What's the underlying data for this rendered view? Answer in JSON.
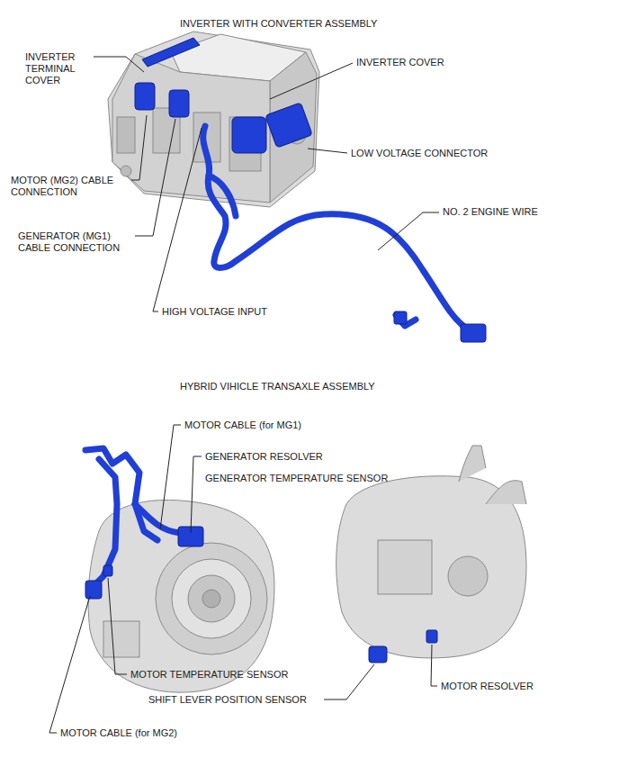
{
  "diagram": {
    "title": "INVERTER WITH CONVERTER ASSEMBLY",
    "labels": [
      "INVERTER TERMINAL COVER",
      "INVERTER COVER",
      "LOW VOLTAGE CONNECTOR",
      "MOTOR (MG2) CABLE CONNECTION",
      "GENERATOR (MG1) CABLE CONNECTION",
      "HIGH VOLTAGE INPUT",
      "NO. 2 ENGINE WIRE",
      "HYBRID VIHICLE TRANSAXLE ASSEMBLY",
      "MOTOR CABLE (for MG1)",
      "GENERATOR RESOLVER",
      "GENERATOR TEMPERATURE SENSOR",
      "MOTOR TEMPERATURE SENSOR",
      "SHIFT LEVER POSITION SENSOR",
      "MOTOR RESOLVER",
      "MOTOR CABLE (for MG2)"
    ]
  }
}
